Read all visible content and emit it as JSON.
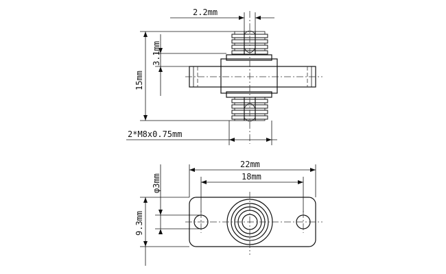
{
  "dimensions": {
    "thread_pitch_width": "2.2mm",
    "nut_height": "3.1mm",
    "total_height": "15mm",
    "thread_spec": "2*M8x0.75mm",
    "overall_width": "22mm",
    "hole_spacing": "18mm",
    "hole_diameter": "φ3mm",
    "flange_height": "9.3mm"
  }
}
